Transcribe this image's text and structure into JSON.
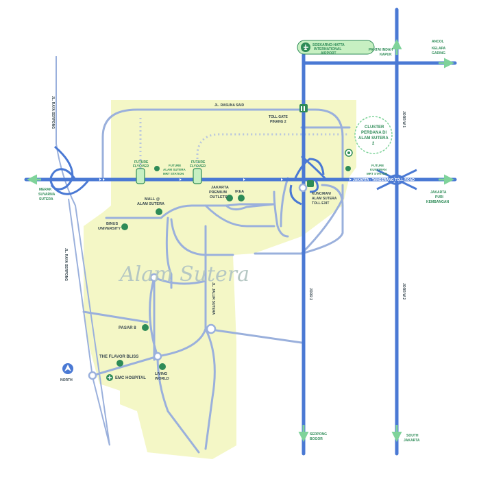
{
  "map": {
    "watermark": "Alam Sutera",
    "colors": {
      "area": "#f4f7c6",
      "major_road": "#4a79d4",
      "minor_road": "#9ab0dc",
      "toll": "#9ab0dc",
      "green": "#2e8b57",
      "light_green": "#d6f5c8"
    },
    "roads": {
      "jl_raya_serpong_top": "JL. RAYA SERPONG",
      "jl_raya_serpong_bottom": "JL. RAYA SERPONG",
      "jl_rasuna_said": "JL. RASUNA SAID",
      "jorr_w1": "JORR W 1",
      "jorr_2": "JORR 2",
      "jorr_w2": "JORR W 2",
      "toll_road": "JAKARTA - TANGERANG TOLL ROAD",
      "jl_jalur_sutera": "JL. JALUR SUTERA"
    },
    "destinations": {
      "merak": [
        "MERAK",
        "SUVARNA",
        "SUTERA"
      ],
      "jakarta_east": [
        "JAKARTA",
        "PURI",
        "KEMBANGAN"
      ],
      "ancol": [
        "ANCOL",
        "KELAPA",
        "GADING"
      ],
      "pantai_indah_kapuk": [
        "PANTAI INDAH",
        "KAPUK"
      ],
      "serpong_bogor": [
        "SERPONG",
        "BOGOR"
      ],
      "south_jakarta": [
        "SOUTH",
        "JAKARTA"
      ]
    },
    "places": {
      "airport": [
        "SOEKARNO-HATTA",
        "INTERNATIONAL",
        "AIRPORT"
      ],
      "cluster": [
        "CLUSTER",
        "PERDANA DI",
        "ALAM SUTERA",
        "2"
      ],
      "toll_gate_pinang": [
        "TOLL GATE",
        "PINANG 2"
      ],
      "future_flyover_1": [
        "FUTURE",
        "FLYOVER"
      ],
      "future_flyover_2": [
        "FUTURE",
        "FLYOVER"
      ],
      "future_mrt_alam_sutera": [
        "FUTURE",
        "ALAM SUTERA",
        "MRT STATION"
      ],
      "future_mrt_kunciran": [
        "FUTURE",
        "KUNCIRAN",
        "MRT STATION"
      ],
      "kunciran_toll_exit": [
        "KUNCIRAN/",
        "ALAM SUTERA",
        "TOLL EXIT"
      ],
      "mall_alam_sutera": [
        "MALL @",
        "ALAM SUTERA"
      ],
      "jakarta_premium_outlets": [
        "JAKARTA",
        "PREMIUM",
        "OUTLETS"
      ],
      "ikea": "IKEA",
      "binus": [
        "BINUS",
        "UNIVERSITY"
      ],
      "pasar_8": "PASAR 8",
      "flavor_bliss": "THE FLAVOR BLISS",
      "living_world": [
        "LIVING",
        "WORLD"
      ],
      "emc_hospital": "EMC HOSPITAL",
      "north": "NORTH"
    }
  }
}
